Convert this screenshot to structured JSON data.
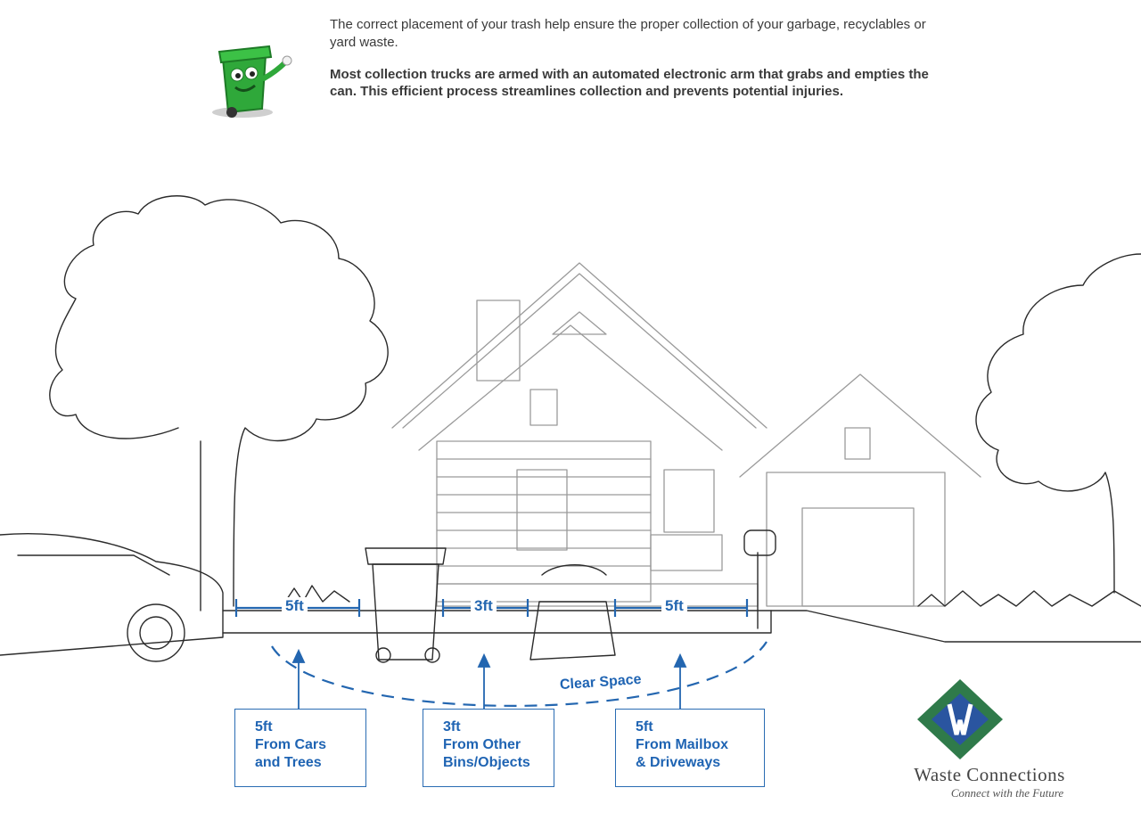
{
  "header": {
    "intro": "The correct placement of your trash help ensure the proper collection of your garbage, recyclables or yard waste.",
    "emphasis": "Most collection trucks are armed with an automated electronic arm that grabs and empties the can. This efficient process streamlines collection and prevents potential injuries."
  },
  "illustration": {
    "mascot_icon": "green-trash-can-mascot-icon",
    "house_icon": "house-outline",
    "accent_color": "#2366b0"
  },
  "measurements": {
    "left": "5ft",
    "middle": "3ft",
    "right": "5ft"
  },
  "clear_space_label": "Clear Space",
  "callouts": [
    {
      "lines": [
        "5ft",
        "From Cars",
        "and Trees"
      ]
    },
    {
      "lines": [
        "3ft",
        "From Other",
        "Bins/Objects"
      ]
    },
    {
      "lines": [
        "5ft",
        "From Mailbox",
        "& Driveways"
      ]
    }
  ],
  "logo": {
    "company_name": "Waste Connections",
    "tagline": "Connect with the Future",
    "colors": {
      "green": "#2f7a4a",
      "blue": "#2a55a0"
    }
  }
}
